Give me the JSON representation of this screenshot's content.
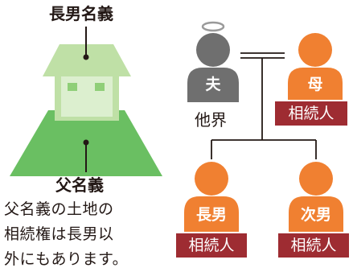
{
  "house": {
    "building_owner": "長男名義",
    "land_owner": "父名義",
    "note": [
      "父名義の土地の",
      "相続権は長男以",
      "外にもあります。"
    ]
  },
  "family": {
    "father": {
      "role": "夫",
      "status": "他界"
    },
    "mother": {
      "role": "母",
      "badge": "相続人"
    },
    "eldest_son": {
      "role": "長男",
      "badge": "相続人"
    },
    "second_son": {
      "role": "次男",
      "badge": "相続人"
    }
  },
  "colors": {
    "heir": "#f08031",
    "deceased": "#6f6f6f",
    "badge": "#9e2c32",
    "roof": "#bfe0a6",
    "wall": "#dcefcf",
    "land": "#6abf62",
    "window": "#8fcf78"
  }
}
